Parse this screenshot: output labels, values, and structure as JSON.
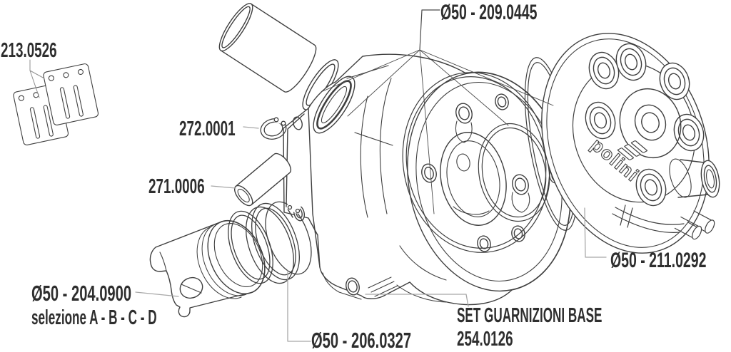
{
  "brand": "polini",
  "diagram_type": "exploded-parts-diagram",
  "parts": {
    "cylinder": {
      "label": "Ø50 - 209.0445"
    },
    "reed_valves": {
      "label": "213.0526"
    },
    "circlip": {
      "label": "272.0001"
    },
    "wrist_pin": {
      "label": "271.0006"
    },
    "piston": {
      "label": "Ø50 - 204.0900",
      "selection_note": "selezione A - B - C - D"
    },
    "piston_rings": {
      "label": "Ø50 - 206.0327"
    },
    "cylinder_head": {
      "label": "Ø50 - 211.0292"
    },
    "base_gasket_set": {
      "title": "SET GUARNIZIONI BASE",
      "label": "254.0126"
    }
  },
  "colors": {
    "background": "#ffffff",
    "line": "#3f3f3f",
    "leader": "#a8a8a8",
    "text": "#2e2e2e"
  }
}
